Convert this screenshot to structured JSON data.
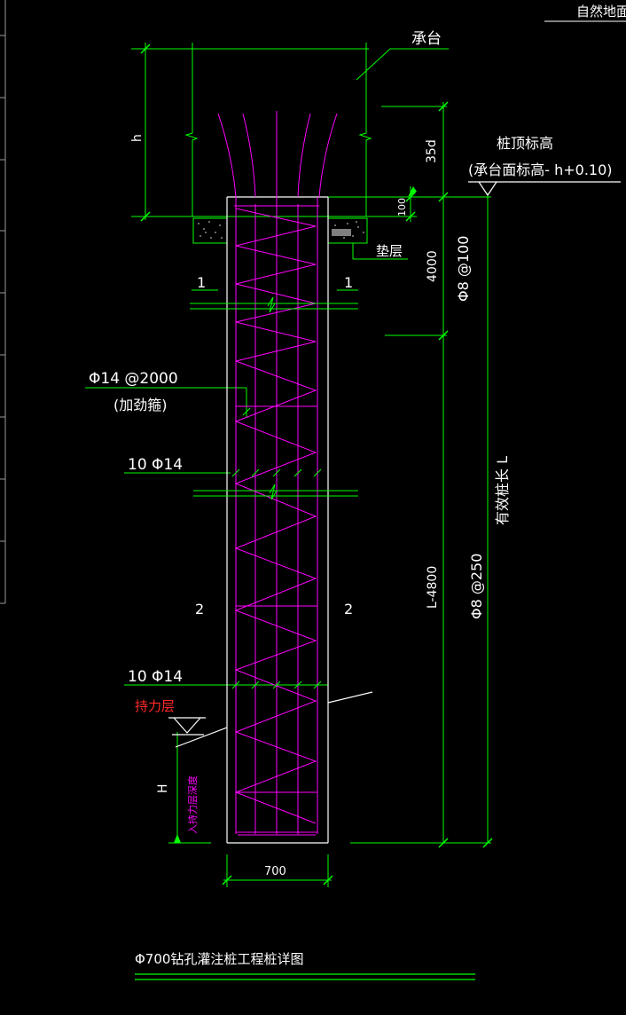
{
  "labels": {
    "ground": "自然地面线",
    "cap": "承台",
    "h": "h",
    "anchor": "35d",
    "dim_100": "100",
    "cushion": "垫层",
    "pile_top": "桩顶标高",
    "pile_top_formula": "(承台面标高- h+0.10)",
    "dim_4000": "4000",
    "stirrup_dense": "Φ8 @100",
    "sec1_left": "1",
    "sec1_right": "1",
    "stiff_spec": "Φ14 @2000",
    "stiff_name": "(加劲箍)",
    "bars_top": "10 Φ14",
    "effective_length": "有效桩长 L",
    "sec2_left": "2",
    "sec2_right": "2",
    "dim_l4000": "L-4800",
    "stirrup_sparse": "Φ8 @250",
    "bars_bottom": "10 Φ14",
    "bearing_layer": "持力层",
    "H": "H",
    "embed_depth": "入持力层深度",
    "width": "700",
    "title": "Φ700钻孔灌注桩工程桩详图"
  },
  "colors": {
    "background": "#000000",
    "dimension": "#00ff00",
    "rebar": "#ff00ff",
    "outline": "#ffffff",
    "text": "#ffffff",
    "bearing_text": "#ff2a2a",
    "cushion_fill": "#7f7f7f"
  }
}
